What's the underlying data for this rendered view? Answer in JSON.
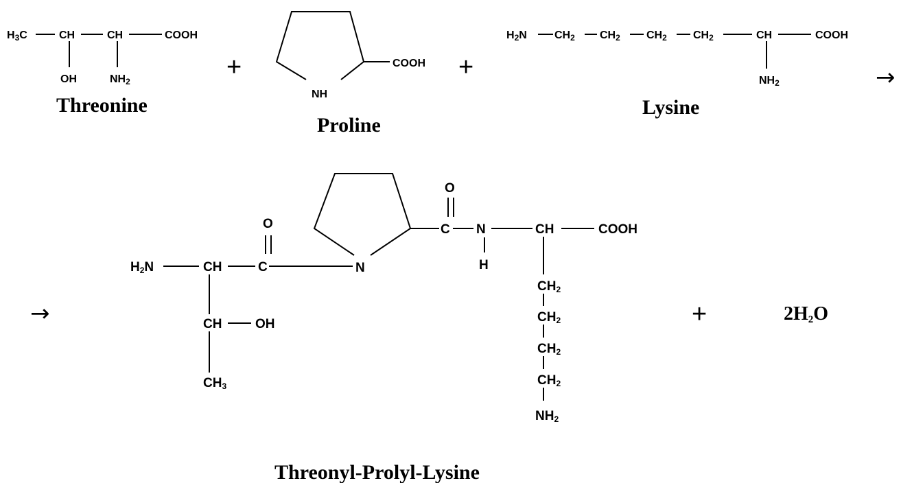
{
  "reactants": {
    "threonine": {
      "name": "Threonine",
      "atoms": {
        "h3c_h": "H",
        "h3c_sub": "3",
        "h3c_c": "C",
        "ch1": "CH",
        "ch2": "CH",
        "cooh": "COOH",
        "oh": "OH",
        "nh2_n": "NH",
        "nh2_sub": "2"
      }
    },
    "proline": {
      "name": "Proline",
      "atoms": {
        "cooh": "COOH",
        "nh": "NH"
      }
    },
    "lysine": {
      "name": "Lysine",
      "atoms": {
        "h2n_h": "H",
        "h2n_sub": "2",
        "h2n_n": "N",
        "ch2_label": "CH",
        "ch2_sub": "2",
        "ch": "CH",
        "cooh": "COOH",
        "nh2_n": "NH",
        "nh2_sub": "2"
      }
    }
  },
  "operators": {
    "plus": "+",
    "arrow": "→"
  },
  "product": {
    "name": "Threonyl-Prolyl-Lysine",
    "atoms": {
      "h2n_h": "H",
      "h2n_sub": "2",
      "h2n_n": "N",
      "ch": "CH",
      "c": "C",
      "o": "O",
      "n": "N",
      "h": "H",
      "oh": "OH",
      "ch3_c": "CH",
      "ch3_sub": "3",
      "ch2_c": "CH",
      "ch2_sub": "2",
      "cooh": "COOH",
      "nh2_n": "NH",
      "nh2_sub": "2"
    }
  },
  "byproduct": {
    "coef": "2H",
    "sub": "2",
    "tail": "O"
  }
}
